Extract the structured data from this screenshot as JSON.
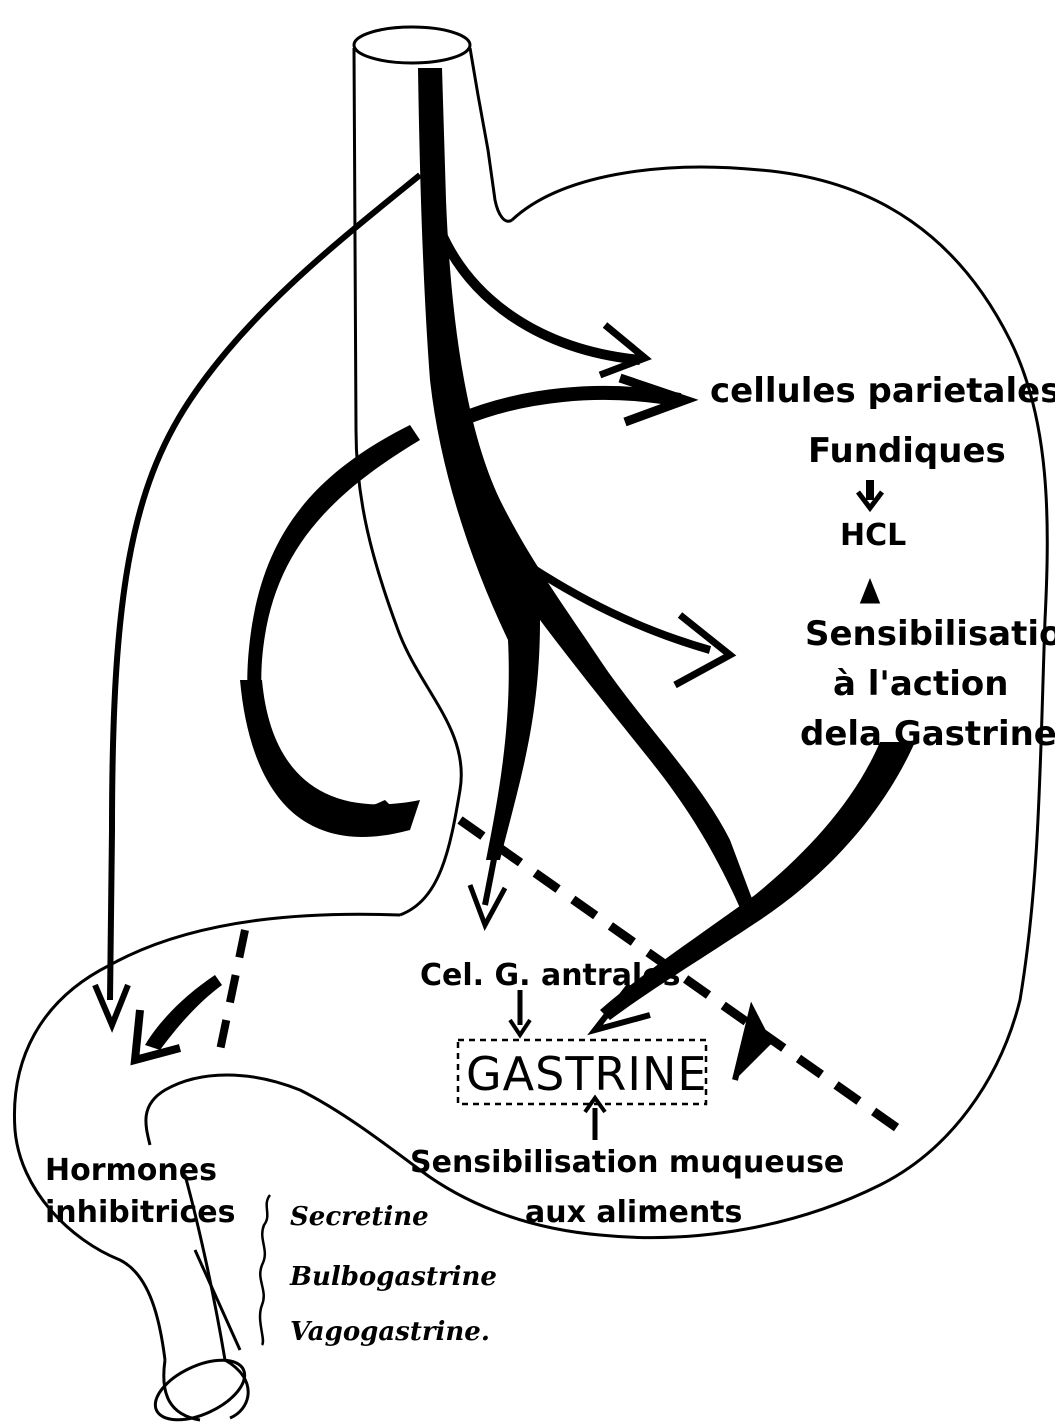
{
  "labels": {
    "cellules": "cellules parietales",
    "fundiques": "Fundiques",
    "hcl": "HCL",
    "sensib1": "Sensibilisation",
    "sensib2": "à l'action",
    "sensib3": "dela Gastrine",
    "cel_g": "Cel. G. antrales",
    "gastrine": "GASTRINE",
    "muq1": "Sensibilisation muqueuse",
    "muq2": "aux aliments",
    "horm1": "Hormones",
    "horm2": "inhibitrices",
    "sec1": "Secretine",
    "sec2": "Bulbogastrine",
    "sec3": "Vagogastrine."
  }
}
